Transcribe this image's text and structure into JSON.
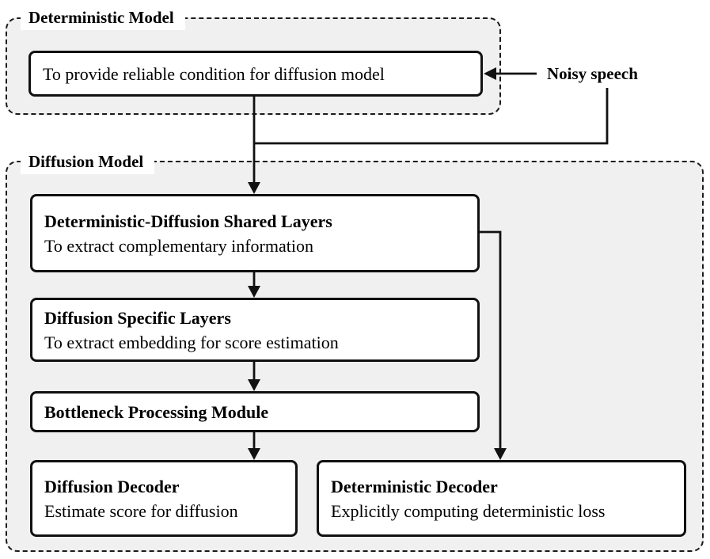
{
  "colors": {
    "container_fill": "#f0f0f0",
    "box_background": "#ffffff",
    "line_and_border": "#111111",
    "text": "#000000"
  },
  "deterministic_model": {
    "title": "Deterministic Model",
    "condition_box": {
      "text": "To provide reliable condition for diffusion model"
    }
  },
  "noisy_speech": {
    "label": "Noisy speech"
  },
  "diffusion_model": {
    "title": "Diffusion Model",
    "boxes": [
      {
        "id": "shared-layers",
        "title": "Deterministic-Diffusion Shared Layers",
        "subtitle": "To extract complementary information"
      },
      {
        "id": "diffusion-specific-layers",
        "title": "Diffusion Specific Layers",
        "subtitle": "To extract embedding for score estimation"
      },
      {
        "id": "bottleneck-module",
        "title": "Bottleneck Processing Module"
      },
      {
        "id": "diffusion-decoder",
        "title": "Diffusion Decoder",
        "subtitle": "Estimate score for diffusion"
      },
      {
        "id": "deterministic-decoder",
        "title": "Deterministic Decoder",
        "subtitle": "Explicitly computing deterministic loss"
      }
    ]
  }
}
